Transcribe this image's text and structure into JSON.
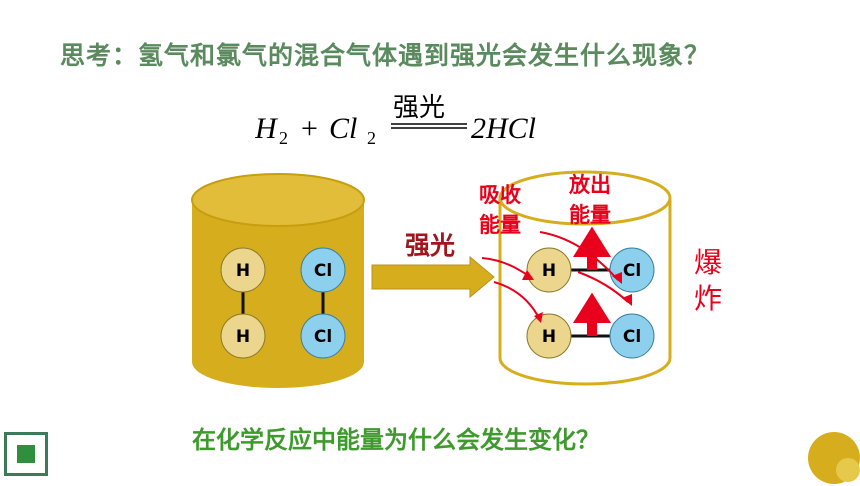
{
  "question": "思考：氢气和氯气的混合气体遇到强光会发生什么现象？",
  "equation": {
    "H": "H",
    "H_sub": "2",
    "plus": "+",
    "Cl": "Cl",
    "Cl_sub": "2",
    "condition": "强光",
    "product": "2HCl"
  },
  "diagram": {
    "left_atoms": [
      "H",
      "Cl",
      "H",
      "Cl"
    ],
    "arrow_label": "强光",
    "absorb_label": [
      "吸收",
      "能量"
    ],
    "release_label": [
      "放出",
      "能量"
    ],
    "right_atoms": [
      "H",
      "Cl",
      "H",
      "Cl"
    ],
    "result_label": [
      "爆",
      "炸"
    ]
  },
  "bottom_question": "在化学反应中能量为什么会发生变化？",
  "colors": {
    "title_green": "#5a8a5e",
    "bottom_green": "#3f9a2e",
    "cylinder_gold": "#d6ae1d",
    "h_atom": "#ecd58c",
    "cl_atom": "#8dd0ee",
    "red": "#e8001c",
    "dark_red": "#a0161c"
  }
}
